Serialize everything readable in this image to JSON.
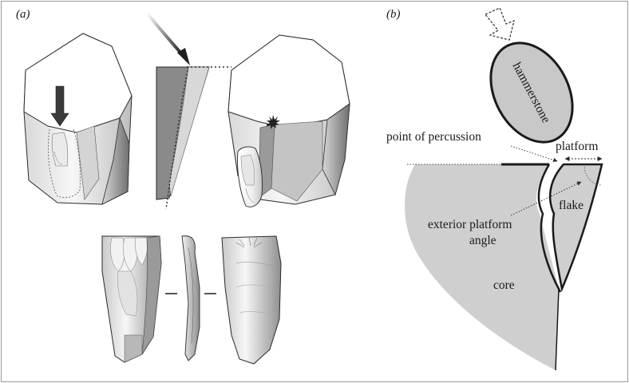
{
  "panels": [
    {
      "id": "a",
      "label": "(a)"
    },
    {
      "id": "b",
      "label": "(b)"
    }
  ],
  "labels": {
    "hammerstone": "hammerstone",
    "point_of_percussion": "point of percussion",
    "platform": "platform",
    "flake": "flake",
    "exterior_platform_angle_line1": "exterior platform",
    "exterior_platform_angle_line2": "angle",
    "core": "core"
  },
  "colors": {
    "core_fill": "#cfcfcf",
    "hammerstone_fill": "#c8c8c8",
    "outline": "#2a2a2a",
    "shade_dark": "#7a7a7a",
    "shade_mid": "#a6a6a6",
    "shade_light": "#e4e4e4",
    "frame": "#9a9a9a"
  },
  "icons": {
    "strike_arrow": "downward-arrow-icon",
    "force_arrow": "hollow-arrow-icon"
  }
}
